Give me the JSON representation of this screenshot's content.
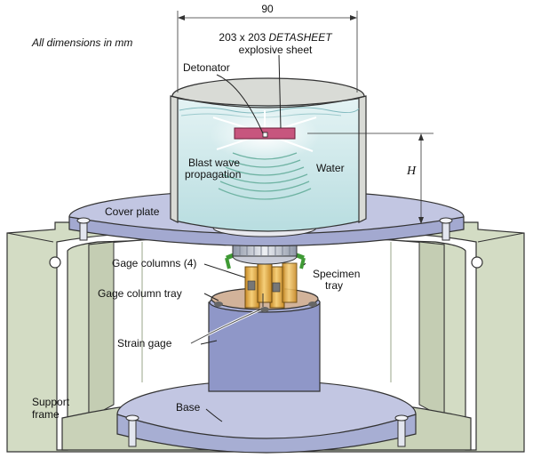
{
  "dimension_note": "All dimensions in  mm",
  "dimension_width": "90",
  "labels": {
    "sheet_line1_prefix": "203 x 203 ",
    "sheet_line1_brand": "DETASHEET",
    "sheet_line2": "explosive sheet",
    "detonator": "Detonator",
    "blast_line1": "Blast wave",
    "blast_line2": "propagation",
    "water": "Water",
    "height": "H",
    "cover_plate": "Cover plate",
    "gage_columns": "Gage columns (4)",
    "gage_tray": "Gage column tray",
    "specimen_line1": "Specimen",
    "specimen_line2": "tray",
    "strain_gage": "Strain gage",
    "support_line1": "Support",
    "support_line2": "frame",
    "base": "Base"
  },
  "colors": {
    "frame": "#d3dcc4",
    "frame_dark": "#b9c4a7",
    "cover": "#c2c6e2",
    "cover_dark": "#9fa5cc",
    "water": "#cfe8ea",
    "tank_wall": "#d9dbd6",
    "explosive": "#c7567e",
    "column": "#e9b24a",
    "green": "#3f9a35",
    "pedestal": "#8f97c8"
  }
}
